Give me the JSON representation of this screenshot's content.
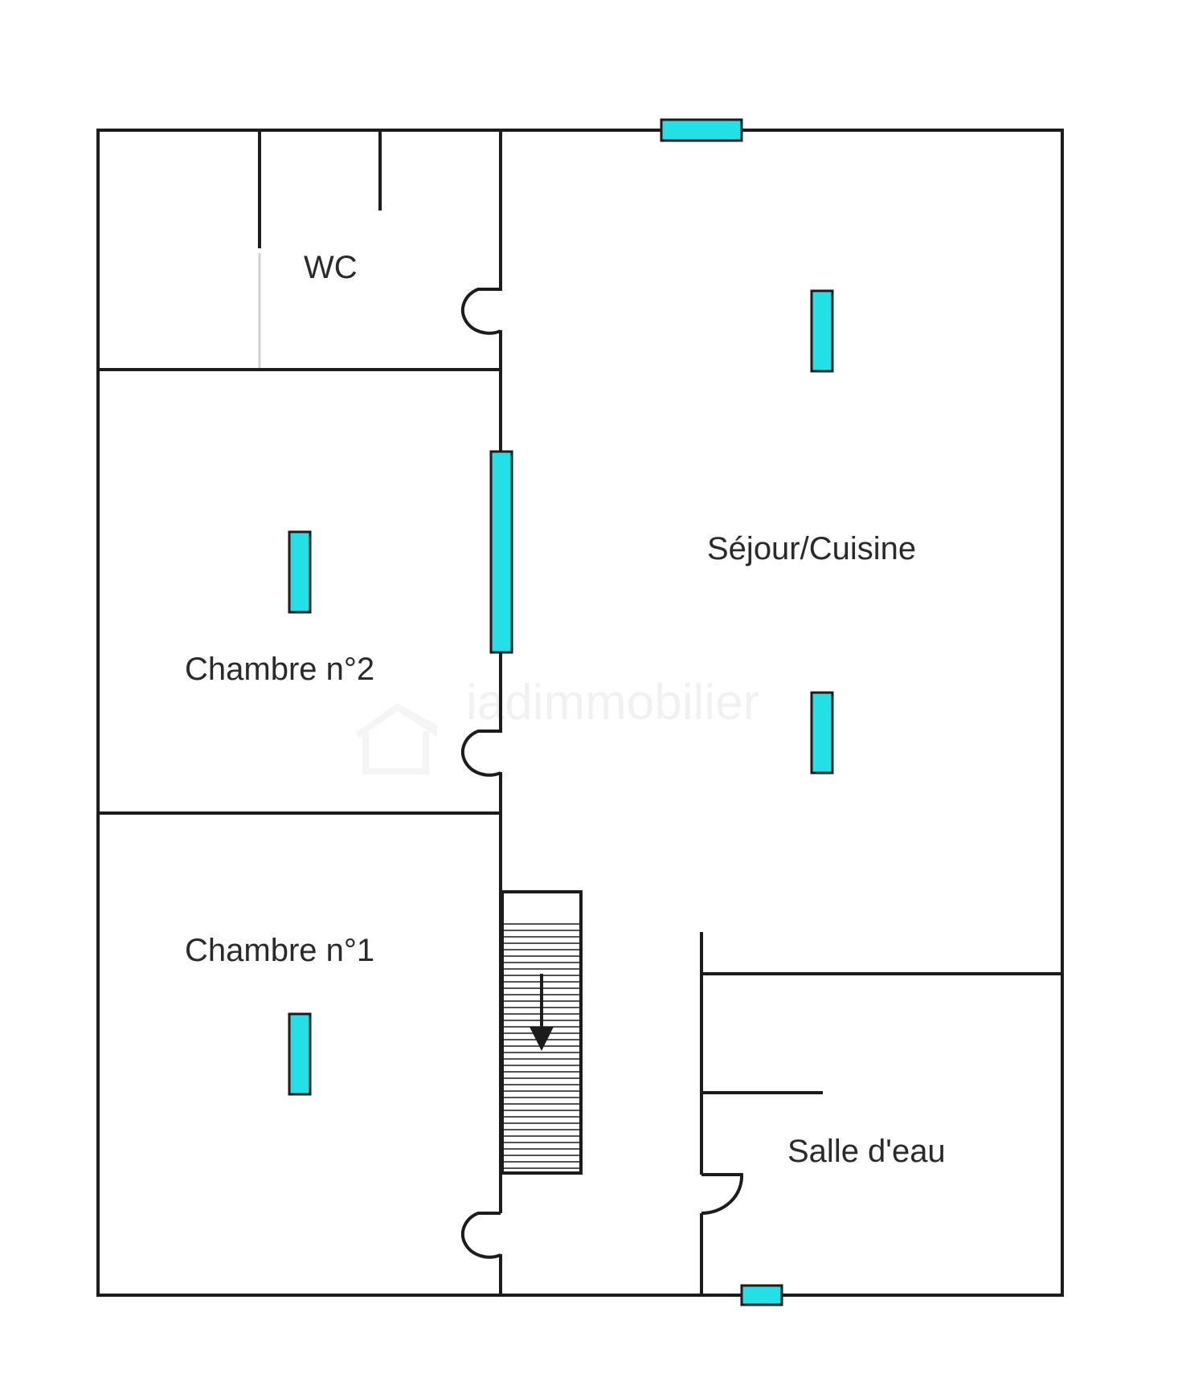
{
  "rooms": {
    "wc": "WC",
    "sejour": "Séjour/Cuisine",
    "chambre2": "Chambre n°2",
    "chambre1": "Chambre n°1",
    "salle_deau": "Salle d'eau"
  },
  "watermark": "iadimmobilier",
  "colors": {
    "wall": "#1c1c1c",
    "window": "#22e0e6",
    "background": "#ffffff"
  },
  "icons": {
    "stairs_arrow": "arrow-down-icon",
    "watermark_logo": "house-logo-icon"
  }
}
